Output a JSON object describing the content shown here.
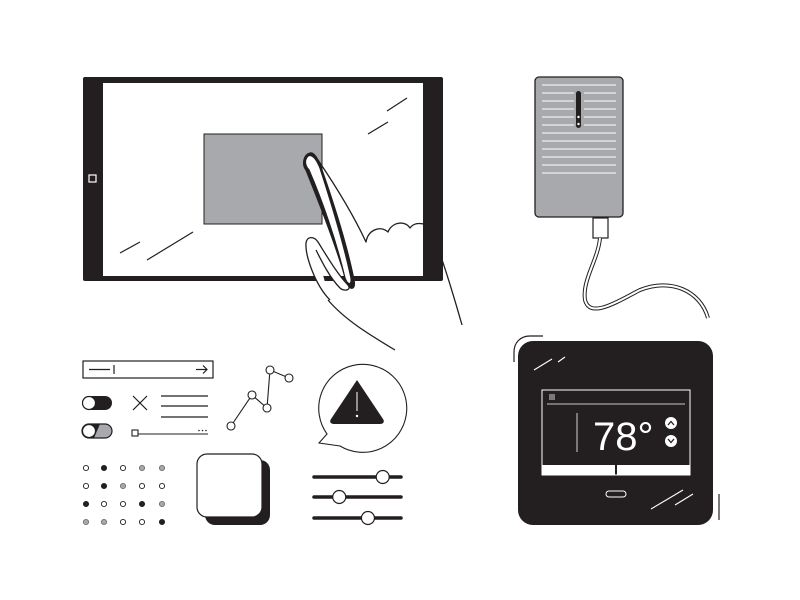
{
  "colors": {
    "ink": "#231f20",
    "gray": "#a7a9ac",
    "paper": "#ffffff"
  },
  "thermostat": {
    "temperature": "78°",
    "menu_icon": "hamburger-icon",
    "up_icon": "chevron-up-icon",
    "down_icon": "chevron-down-icon"
  },
  "widgets": {
    "toggles": [
      {
        "state": "on"
      },
      {
        "state": "partial"
      }
    ],
    "sliders": [
      {
        "value": 0.79
      },
      {
        "value": 0.29
      },
      {
        "value": 0.62
      }
    ],
    "dot_grid": [
      [
        "empty",
        "filled",
        "empty",
        "gray",
        "gray"
      ],
      [
        "empty",
        "filled",
        "gray",
        "empty",
        "empty"
      ],
      [
        "filled",
        "empty",
        "empty",
        "filled",
        "gray"
      ],
      [
        "gray",
        "gray",
        "empty",
        "empty",
        "filled"
      ]
    ],
    "line_chart_points": [
      [
        0,
        0
      ],
      [
        1,
        3
      ],
      [
        2,
        2
      ],
      [
        3,
        5
      ],
      [
        4,
        4.5
      ]
    ]
  }
}
